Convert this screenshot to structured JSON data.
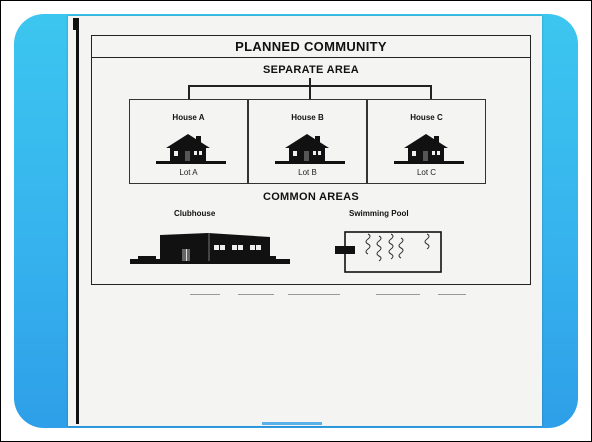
{
  "diagram": {
    "title": "PLANNED COMMUNITY",
    "separate_area": {
      "heading": "SEPARATE AREA",
      "houses": [
        {
          "name": "House A",
          "lot": "Lot A"
        },
        {
          "name": "House B",
          "lot": "Lot B"
        },
        {
          "name": "House C",
          "lot": "Lot C"
        }
      ]
    },
    "common_areas": {
      "heading": "COMMON AREAS",
      "clubhouse": "Clubhouse",
      "pool": "Swimming Pool"
    }
  },
  "colors": {
    "background_gradient_top": "#3cc6ef",
    "background_gradient_bottom": "#2e9fe8",
    "paper": "#f4f4f2",
    "ink": "#111111"
  }
}
